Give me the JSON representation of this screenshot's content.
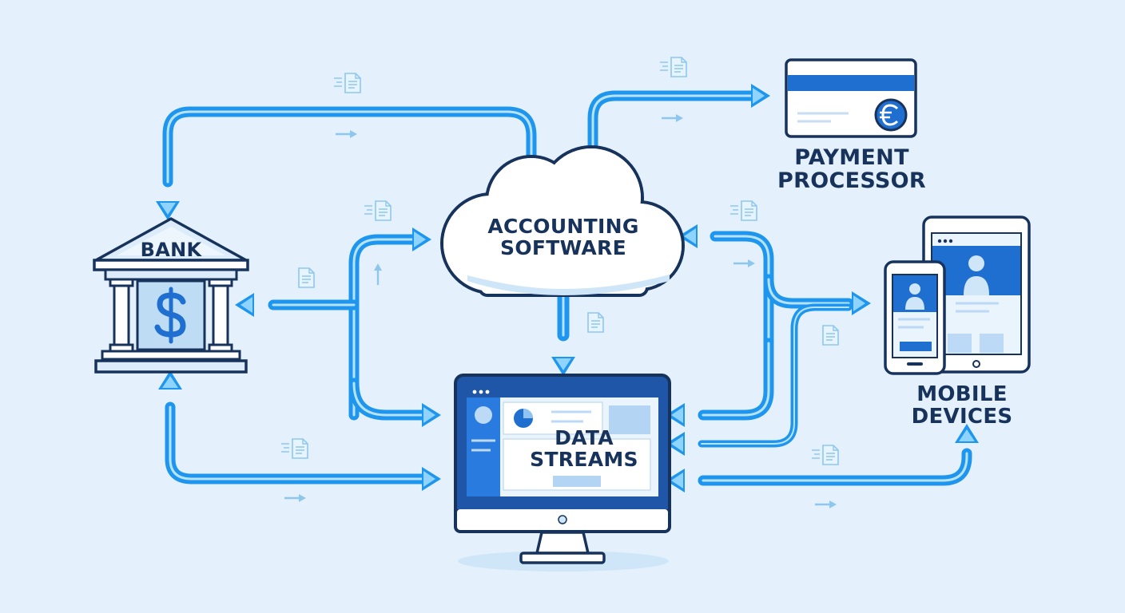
{
  "nodes": {
    "bank": {
      "label": "BANK"
    },
    "accounting": {
      "line1": "ACCOUNTING",
      "line2": "SOFTWARE"
    },
    "payment": {
      "line1": "PAYMENT",
      "line2": "PROCESSOR"
    },
    "data_streams": {
      "line1": "DATA",
      "line2": "STREAMS"
    },
    "mobile": {
      "line1": "MOBILE",
      "line2": "DEVICES"
    }
  },
  "icons": {
    "bank": "bank-building-icon",
    "currency_dollar": "dollar-sign-icon",
    "currency_euro": "euro-coin-icon",
    "cloud": "cloud-icon",
    "monitor": "desktop-monitor-icon",
    "phone": "smartphone-icon",
    "tablet": "tablet-icon",
    "card": "credit-card-icon",
    "document": "document-icon"
  },
  "colors": {
    "background": "#e4f1fc",
    "arrow": "#1e96ee",
    "outline": "#17335c",
    "accent": "#1f6fd0"
  }
}
